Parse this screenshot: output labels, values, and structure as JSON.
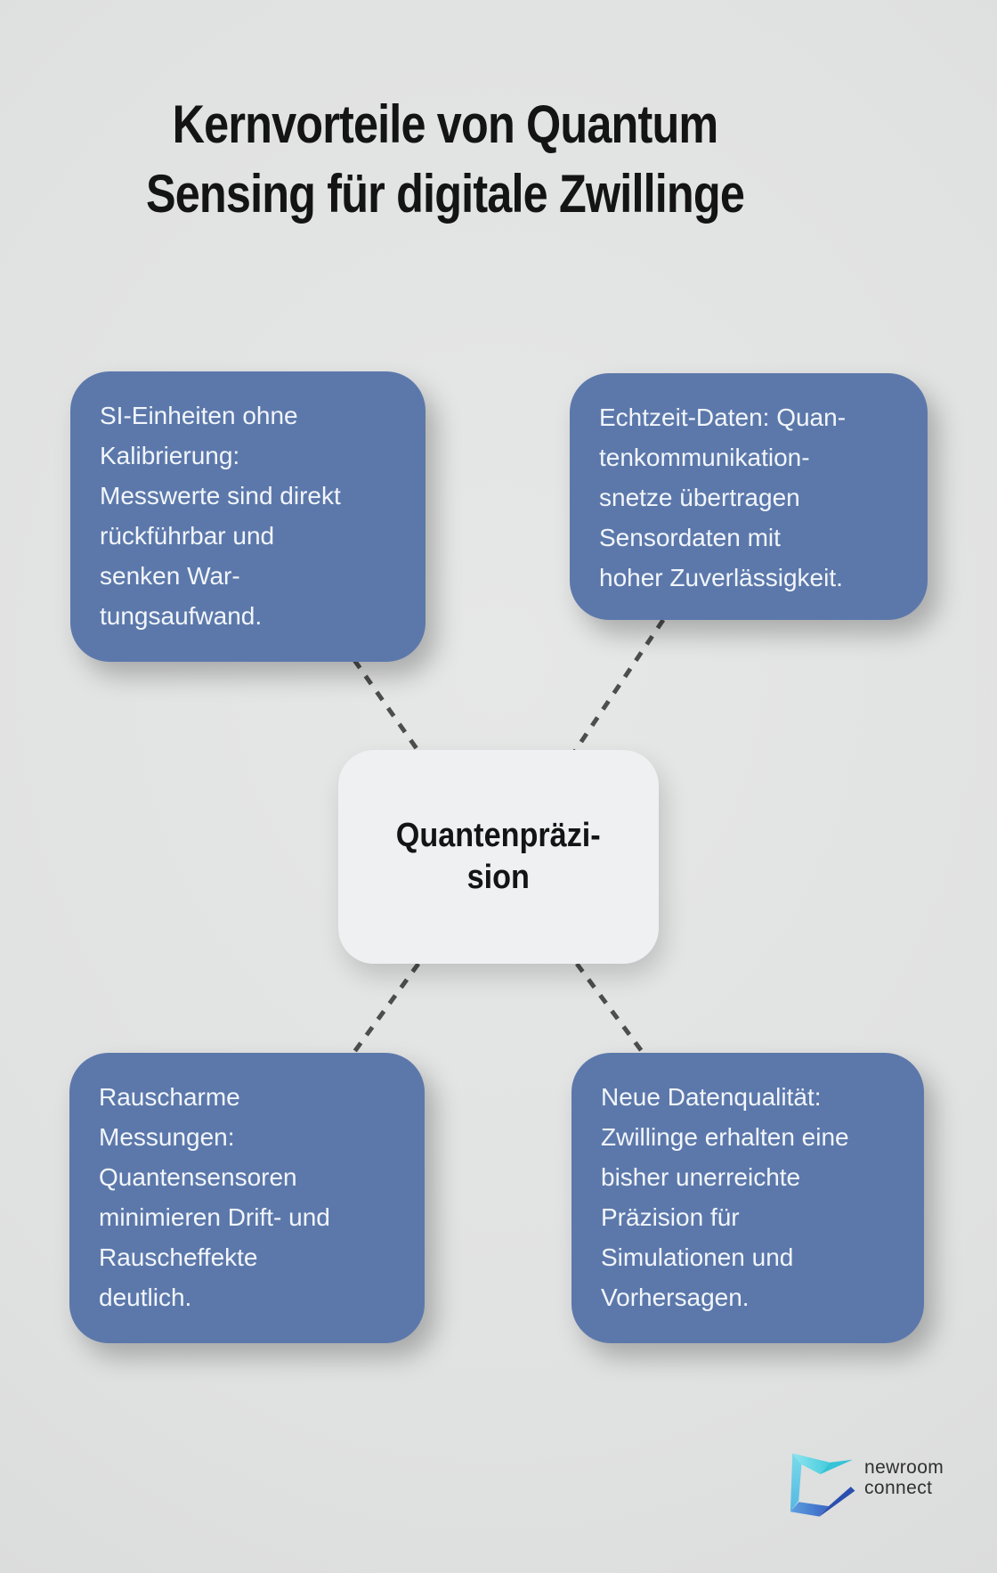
{
  "title": "Kernvorteile von Quantum\nSensing für digitale Zwillinge",
  "center_node": {
    "label": "Quantenpräzi-\nsion"
  },
  "benefit_nodes": [
    {
      "id": "si-einheiten",
      "position": "top-left",
      "text": "SI-Einheiten ohne\nKalibrierung:\nMesswerte sind direkt\nrückführbar und\nsenken War-\ntungsaufwand."
    },
    {
      "id": "echtzeit-daten",
      "position": "top-right",
      "text": "Echtzeit-Daten: Quan-\ntenkommunikation-\nsnetze übertragen\nSensordaten mit\nhoher Zuverlässigkeit."
    },
    {
      "id": "rauscharme-messungen",
      "position": "bottom-left",
      "text": "Rauscharme\nMessungen:\nQuantensensoren\nminimieren Drift- und\nRauscheffekte\ndeutlich."
    },
    {
      "id": "neue-datenqualitaet",
      "position": "bottom-right",
      "text": "Neue Datenqualität:\nZwillinge erhalten eine\nbisher unerreichte\nPräzision für\nSimulationen und\nVorhersagen."
    }
  ],
  "logo": {
    "wordmark": "newroom\nconnect"
  },
  "colors": {
    "background": "#e0e1e1",
    "node_fill": "#5c78ab",
    "node_text": "#f2f6fa",
    "center_fill": "#eef0f2",
    "center_text": "#141414",
    "title_text": "#141414",
    "connector": "#4d4d4d",
    "logo_text": "#303030",
    "logo_cyan": "#44cbdd",
    "logo_blue": "#3b66c4",
    "logo_navy": "#2b4fae"
  }
}
